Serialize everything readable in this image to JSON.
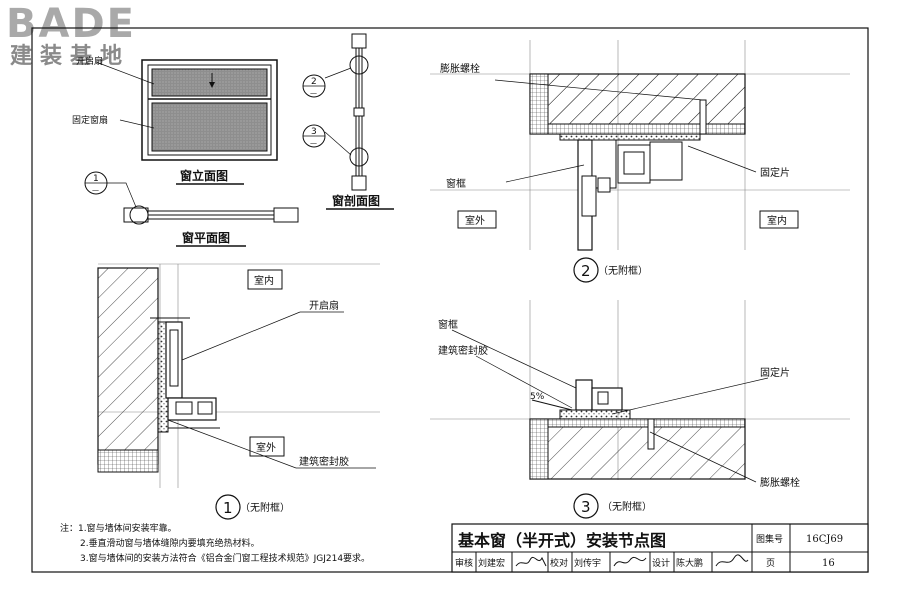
{
  "logo": {
    "brand": "BADE",
    "sub": "建装基地"
  },
  "views": {
    "elevation_title": "窗立面图",
    "plan_title": "窗平面图",
    "section_title": "窗剖面图",
    "label_open_sash": "开启扇",
    "label_fixed_sash": "固定窗扇"
  },
  "markers": {
    "m1": "1",
    "m2": "2",
    "m3": "3",
    "dash": "—"
  },
  "detail2": {
    "bolt": "膨胀螺栓",
    "frame": "窗框",
    "fixing": "固定片",
    "outside": "室外",
    "inside": "室内",
    "num": "2",
    "caption": "（无附框）"
  },
  "detail1": {
    "inside": "室内",
    "sash": "开启扇",
    "outside": "室外",
    "sealant": "建筑密封胶",
    "num": "1",
    "caption": "（无附框）"
  },
  "detail3": {
    "frame": "窗框",
    "sealant": "建筑密封胶",
    "slope": "5%",
    "fixing": "固定片",
    "bolt": "膨胀螺栓",
    "num": "3",
    "caption": "（无附框）"
  },
  "notes": {
    "label": "注：",
    "items": [
      "1.窗与墙体间安装牢靠。",
      "2.垂直滑动窗与墙体缝隙内要填充绝热材料。",
      "3.窗与墙体间的安装方法符合《铝合金门窗工程技术规范》JGJ214要求。"
    ]
  },
  "title_block": {
    "title": "基本窗（半开式）安装节点图",
    "atlas_label": "图集号",
    "atlas_no": "16CJ69",
    "review_label": "审核",
    "reviewer": "刘建宏",
    "check_label": "校对",
    "checker": "刘传宇",
    "design_label": "设计",
    "designer": "陈大鹏",
    "page_label": "页",
    "page_no": "16"
  }
}
